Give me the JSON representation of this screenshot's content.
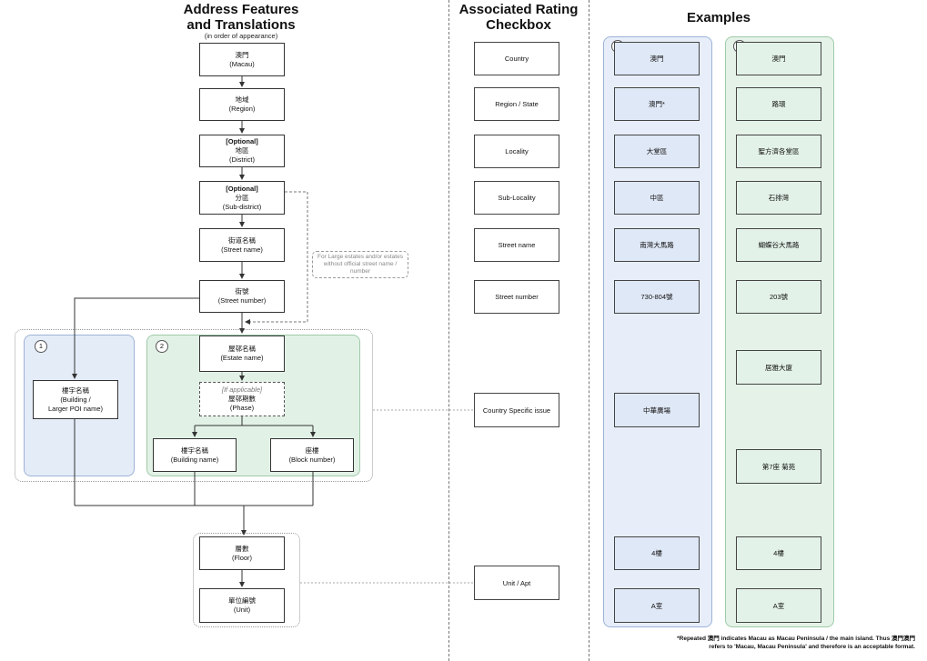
{
  "columns": {
    "features_title_line1": "Address Features",
    "features_title_line2": "and Translations",
    "features_subtitle": "(in order of appearance)",
    "rating_title_line1": "Associated Rating",
    "rating_title_line2": "Checkbox",
    "examples_title": "Examples"
  },
  "features": {
    "macau": {
      "zh": "澳門",
      "en": "(Macau)"
    },
    "region": {
      "zh": "地域",
      "en": "(Region)"
    },
    "district": {
      "opt": "[Optional]",
      "zh": "地區",
      "en": "(District)"
    },
    "subdistrict": {
      "opt": "[Optional]",
      "zh": "分區",
      "en": "(Sub-district)"
    },
    "street_name": {
      "zh": "街道名稱",
      "en": "(Street name)"
    },
    "street_number": {
      "zh": "街號",
      "en": "(Street number)"
    },
    "large_estates_note": "For Large estates and/or estates without official street name / number",
    "estate_name": {
      "zh": "屋邨名稱",
      "en": "(Estate name)"
    },
    "phase": {
      "opt": "[If applicable]",
      "zh": "屋邨期數",
      "en": "(Phase)"
    },
    "building_poi": {
      "zh": "樓宇名稱",
      "en1": "(Building /",
      "en2": "Larger POI name)"
    },
    "building_name": {
      "zh": "樓宇名稱",
      "en": "(Building name)"
    },
    "block_number": {
      "zh": "座樓",
      "en": "(Block number)"
    },
    "floor": {
      "zh": "層數",
      "en": "(Floor)"
    },
    "unit": {
      "zh": "單位編號",
      "en": "(Unit)"
    },
    "branch_1": "1",
    "branch_2": "2"
  },
  "rating": {
    "country": "Country",
    "region_state": "Region / State",
    "locality": "Locality",
    "sub_locality": "Sub-Locality",
    "street_name": "Street name",
    "street_number": "Street number",
    "country_specific": "Country Specific issue",
    "unit_apt": "Unit / Apt"
  },
  "examples": {
    "col1": {
      "badge": "1",
      "country": "澳門",
      "region": "澳門*",
      "locality": "大堂區",
      "sub_locality": "中區",
      "street_name": "南灣大馬路",
      "street_number": "730-804號",
      "building": "中華廣場",
      "floor": "4樓",
      "unit": "A室"
    },
    "col2": {
      "badge": "2",
      "country": "澳門",
      "region": "路環",
      "locality": "聖方濟各堂區",
      "sub_locality": "石排灣",
      "street_name": "蝴蝶谷大馬路",
      "street_number": "203號",
      "estate": "居雅大廈",
      "block": "第7座 菊苑",
      "floor": "4樓",
      "unit": "A室"
    }
  },
  "footnote": {
    "line1": "*Repeated 澳門 indicates Macau as Macau Peninsula / the main island. Thus 澳門澳門",
    "line2": "refers to 'Macau, Macau Peninsula' and therefore is an acceptable format."
  },
  "colors": {
    "panel_blue": "#e4ecf8",
    "panel_green": "#e2f1e6",
    "box_blue": "#dfe8f6",
    "box_green": "#e3f2e8"
  }
}
